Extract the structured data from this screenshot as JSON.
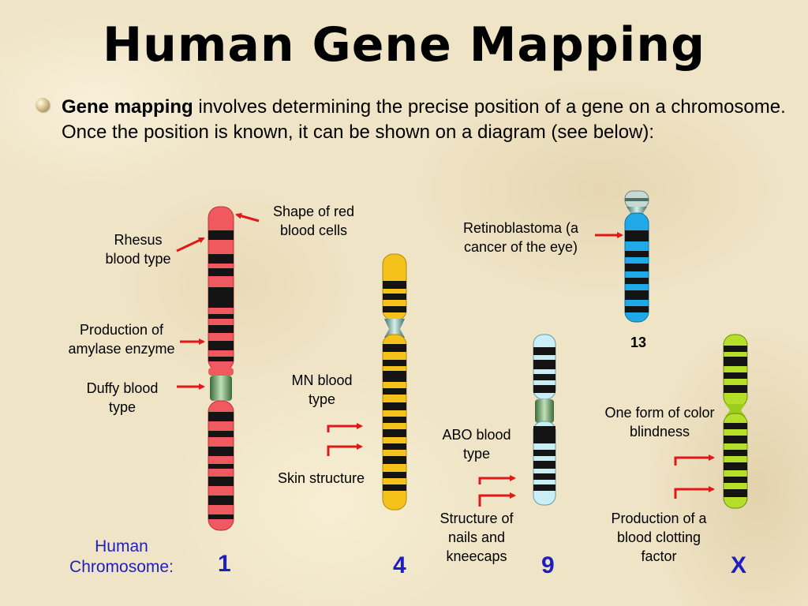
{
  "title": "Human Gene Mapping",
  "intro": {
    "term": "Gene mapping",
    "rest": " involves determining the precise position of a gene on a chromosome. Once the position is known, it can be shown on  a diagram (see below):"
  },
  "row_label": "Human Chromosome:",
  "chromosomes": [
    {
      "number": "1",
      "color": "#f0595f"
    },
    {
      "number": "4",
      "color": "#f4c21a"
    },
    {
      "number": "9",
      "color": "#c9eef6"
    },
    {
      "number": "13",
      "color": "#1fa9e8"
    },
    {
      "number": "X",
      "color": "#b6df2a"
    }
  ],
  "labels": {
    "rhesus": "Rhesus blood type",
    "red_cells": "Shape of red blood cells",
    "amylase": "Production of amylase enzyme",
    "duffy": "Duffy blood type",
    "mn": "MN blood type",
    "skin": "Skin structure",
    "retino": "Retinoblastoma (a cancer of the eye)",
    "abo": "ABO blood type",
    "nails": "Structure of nails and kneecaps",
    "colorblind": "One form of color blindness",
    "clotting": "Production of a blood clotting factor"
  },
  "colors": {
    "arrow": "#e01818",
    "band": "#141414",
    "centromere": "#5e8c5a",
    "number": "#1f1fbf"
  }
}
